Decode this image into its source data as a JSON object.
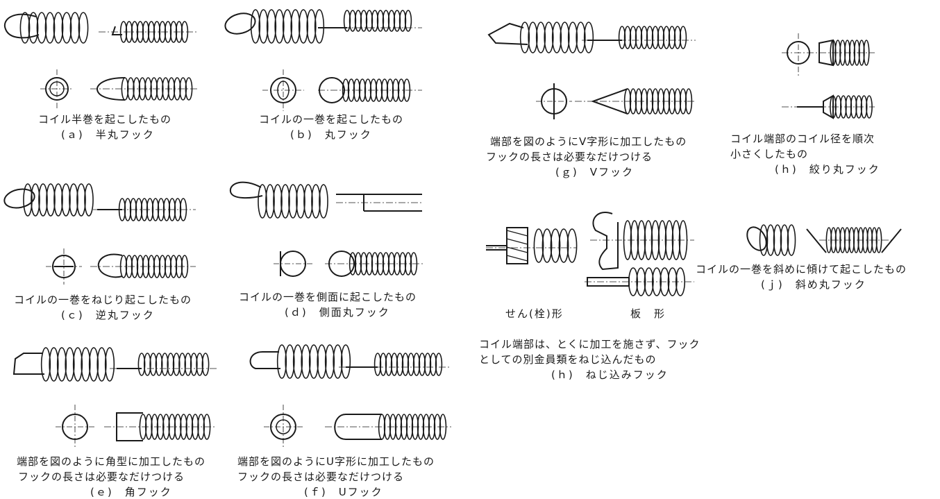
{
  "figures": {
    "a": {
      "caption": [
        "コイル半巻を起こしたもの"
      ],
      "title": "(ａ)　半丸フック"
    },
    "b": {
      "caption": [
        "コイルの一巻を起こしたもの"
      ],
      "title": "(ｂ)　丸フック"
    },
    "c": {
      "caption": [
        "コイルの一巻をねじり起こしたもの"
      ],
      "title": "(ｃ)　逆丸フック"
    },
    "d": {
      "caption": [
        "コイルの一巻を側面に起こしたもの"
      ],
      "title": "(ｄ)　側面丸フック"
    },
    "e": {
      "caption": [
        "端部を図のように角型に加工したもの",
        "フックの長さは必要なだけつける"
      ],
      "title": "(ｅ)　角フック"
    },
    "f": {
      "caption": [
        "端部を図のようにU字形に加工したもの",
        "フックの長さは必要なだけつける"
      ],
      "title": "(ｆ)　Uフック"
    },
    "g": {
      "caption": [
        "端部を図のようにV字形に加工したもの",
        "フックの長さは必要なだけつける"
      ],
      "title": "(ｇ)　Vフック"
    },
    "h1": {
      "caption": [
        "コイル端部のコイル径を順次",
        "小さくしたもの"
      ],
      "title": "(ｈ)　絞り丸フック"
    },
    "h2": {
      "sublabels": [
        "せん(栓)形",
        "板　形"
      ],
      "caption": [
        "コイル端部は、とくに加工を施さず、フック",
        "としての別金員類をねじ込んだもの"
      ],
      "title": "(ｈ)　ねじ込みフック"
    },
    "j": {
      "caption": [
        "コイルの一巻を斜めに傾けて起こしたもの"
      ],
      "title": "(ｊ)　斜め丸フック"
    }
  },
  "colors": {
    "ink": "#1a1a1a",
    "background": "#ffffff"
  }
}
